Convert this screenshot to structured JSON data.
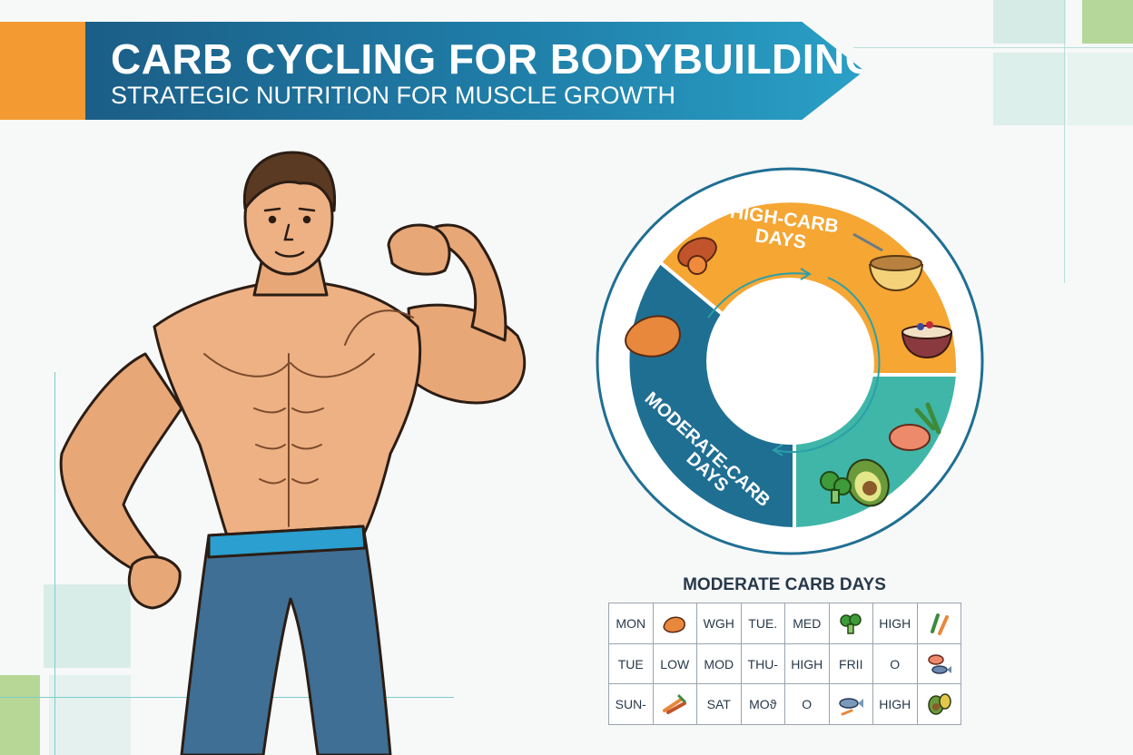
{
  "banner": {
    "title": "CARB CYCLING FOR BODYBUILDING",
    "subtitle": "STRATEGIC NUTRITION FOR MUSCLE GROWTH"
  },
  "cycle": {
    "high_carb": {
      "line1": "HIGH-CARB",
      "line2": "DAYS"
    },
    "moderate_carb": {
      "line1": "MODERATE-CARB",
      "line2": "DAYS"
    },
    "colors": {
      "high": "#f5a633",
      "moderate": "#1f6f93",
      "low": "#3fb6a8"
    }
  },
  "schedule": {
    "title": "MODERATE CARB DAYS",
    "rows": [
      [
        {
          "text": "MON"
        },
        {
          "icon": "chicken-breast-icon"
        },
        {
          "text": "WGH"
        },
        {
          "text": "TUE."
        },
        {
          "text": "MED"
        },
        {
          "icon": "broccoli-icon"
        },
        {
          "text": "HIGH"
        },
        {
          "icon": "greens-carrot-icon"
        }
      ],
      [
        {
          "text": "TUE"
        },
        {
          "text": "LOW"
        },
        {
          "text": "MOD"
        },
        {
          "text": "THU-"
        },
        {
          "text": "HIGH"
        },
        {
          "text": "FRII"
        },
        {
          "text": "O"
        },
        {
          "icon": "salmon-fish-icon"
        }
      ],
      [
        {
          "text": "SUN-"
        },
        {
          "icon": "vegetables-icon"
        },
        {
          "text": "SAT"
        },
        {
          "text": "MOϑ"
        },
        {
          "text": "O"
        },
        {
          "icon": "fish-carrot-icon"
        },
        {
          "text": "HIGH"
        },
        {
          "icon": "avocado-icon"
        }
      ]
    ]
  }
}
